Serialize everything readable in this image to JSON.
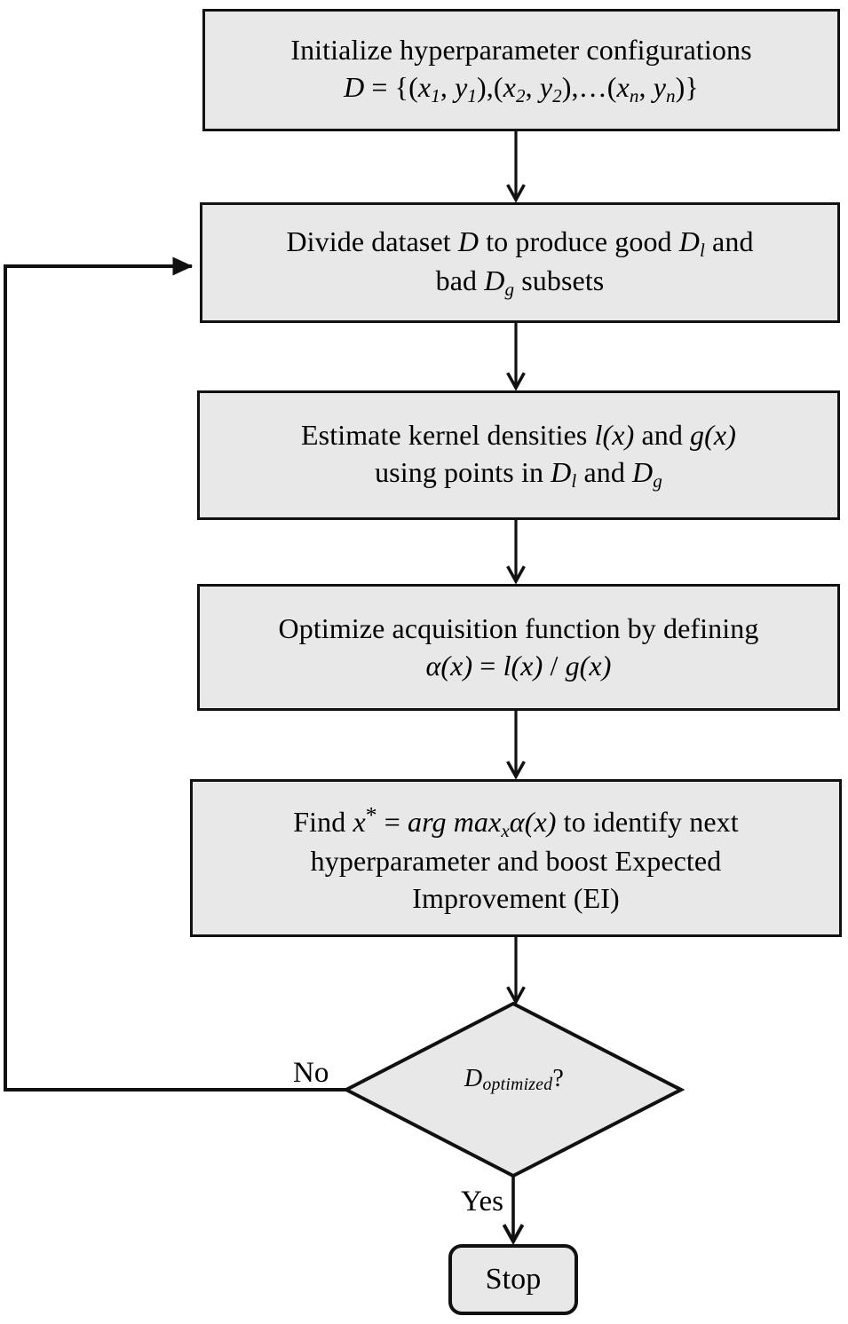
{
  "diagram": {
    "title": "TPE hyperparameter optimization flowchart",
    "type": "flowchart",
    "fill_color": "#e8e8e8",
    "stroke_color": "#111111",
    "background": "#ffffff",
    "nodes": [
      {
        "id": "init",
        "shape": "rectangle",
        "line1": "Initialize hyperparameter configurations",
        "line2_plain": "D = {(x1, y1),(x2, y2),…(xn, yn)}"
      },
      {
        "id": "divide",
        "shape": "rectangle",
        "line1_plain": "Divide dataset D to produce good Dl and",
        "line2_plain": "bad Dg subsets"
      },
      {
        "id": "estimate",
        "shape": "rectangle",
        "line1_plain": "Estimate kernel densities l(x) and g(x)",
        "line2_plain": "using points in Dl and Dg"
      },
      {
        "id": "optimize",
        "shape": "rectangle",
        "line1_plain": "Optimize acquisition function by defining",
        "line2_plain": "α(x) = l(x) / g(x)"
      },
      {
        "id": "find",
        "shape": "rectangle",
        "line1_plain": "Find x* = arg maxx α(x) to identify next",
        "line2_plain": "hyperparameter and boost Expected",
        "line3_plain": "Improvement (EI)"
      },
      {
        "id": "decision",
        "shape": "diamond",
        "label_plain": "Doptimized?"
      },
      {
        "id": "stop",
        "shape": "rounded-rectangle",
        "label": "Stop"
      }
    ],
    "edge_labels": {
      "no": "No",
      "yes": "Yes"
    },
    "edges": [
      {
        "from": "init",
        "to": "divide",
        "label": ""
      },
      {
        "from": "divide",
        "to": "estimate",
        "label": ""
      },
      {
        "from": "estimate",
        "to": "optimize",
        "label": ""
      },
      {
        "from": "optimize",
        "to": "find",
        "label": ""
      },
      {
        "from": "find",
        "to": "decision",
        "label": ""
      },
      {
        "from": "decision",
        "to": "stop",
        "label": "Yes"
      },
      {
        "from": "decision",
        "to": "divide",
        "label": "No"
      }
    ]
  }
}
